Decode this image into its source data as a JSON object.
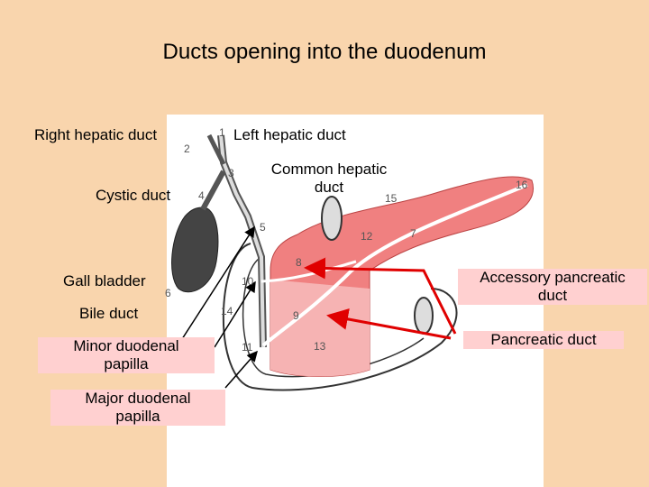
{
  "title": "Ducts opening into the duodenum",
  "labels": {
    "right_hepatic_duct": "Right hepatic duct",
    "left_hepatic_duct": "Left hepatic duct",
    "common_hepatic_duct": "Common hepatic\nduct",
    "cystic_duct": "Cystic duct",
    "gall_bladder": "Gall bladder",
    "bile_duct": "Bile duct",
    "minor_duodenal_papilla": "Minor duodenal\npapilla",
    "major_duodenal_papilla": "Major duodenal\npapilla",
    "accessory_pancreatic_duct": "Accessory pancreatic\nduct",
    "pancreatic_duct": "Pancreatic duct"
  },
  "numbers": [
    "1",
    "2",
    "3",
    "4",
    "5",
    "6",
    "7",
    "8",
    "9",
    "10",
    "11",
    "12",
    "13",
    "14",
    "15",
    "16"
  ],
  "colors": {
    "background": "#f9d5ad",
    "pancreas": "#f08080",
    "duodenum": "#f6b3b3",
    "gallbladder": "#444444",
    "red_arrow": "#e00000",
    "label_highlight": "#ffd0d0"
  }
}
